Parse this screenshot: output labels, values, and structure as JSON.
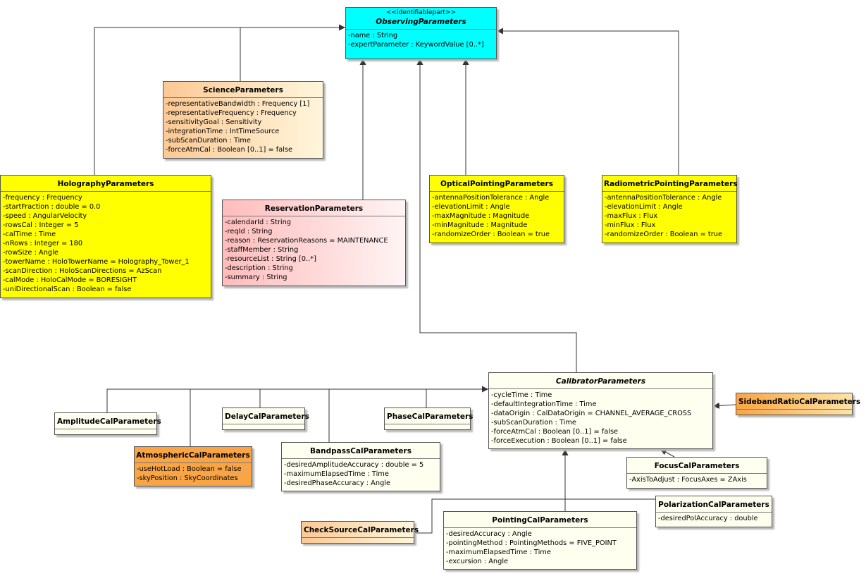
{
  "colors": {
    "cyan": "#00ffff",
    "yellow": "#ffff00",
    "peach": "#fde8c4",
    "pink": "#ffdada",
    "orange": "#f9a545",
    "cream": "#fffff0"
  },
  "classes": {
    "observing": {
      "stereotype": "<<identifiablepart>>",
      "name": "ObservingParameters",
      "attributes": [
        "-name : String",
        "-expertParameter : KeywordValue [0..*]"
      ]
    },
    "science": {
      "name": "ScienceParameters",
      "attributes": [
        "-representativeBandwidth : Frequency [1]",
        "-representativeFrequency : Frequency",
        "-sensitivityGoal : Sensitivity",
        "-integrationTime : IntTimeSource",
        "-subScanDuration : Time",
        "-forceAtmCal : Boolean [0..1] = false"
      ]
    },
    "holography": {
      "name": "HolographyParameters",
      "attributes": [
        "-frequency : Frequency",
        "-startFraction : double = 0.0",
        "-speed : AngularVelocity",
        "-rowsCal : Integer = 5",
        "-calTime : Time",
        "-nRows : Integer = 180",
        "-rowSize : Angle",
        "-towerName : HoloTowerName = Holography_Tower_1",
        "-scanDirection : HoloScanDirections = AzScan",
        "-calMode : HoloCalMode = BORESIGHT",
        "-uniDirectionalScan : Boolean = false"
      ]
    },
    "reservation": {
      "name": "ReservationParameters",
      "attributes": [
        "-calendarId : String",
        "-reqId : String",
        "-reason : ReservationReasons = MAINTENANCE",
        "-staffMember : String",
        "-resourceList : String [0..*]",
        "-description : String",
        "-summary : String"
      ]
    },
    "optical": {
      "name": "OpticalPointingParameters",
      "attributes": [
        "-antennaPositionTolerance : Angle",
        "-elevationLimit : Angle",
        "-maxMagnitude : Magnitude",
        "-minMagnitude : Magnitude",
        "-randomizeOrder : Boolean = true"
      ]
    },
    "radiometric": {
      "name": "RadiometricPointingParameters",
      "attributes": [
        "-antennaPositionTolerance : Angle",
        "-elevationLimit : Angle",
        "-maxFlux : Flux",
        "-minFlux : Flux",
        "-randomizeOrder : Boolean = true"
      ]
    },
    "calibrator": {
      "name": "CalibratorParameters",
      "attributes": [
        "-cycleTime : Time",
        "-defaultIntegrationTime : Time",
        "-dataOrigin : CalDataOrigin = CHANNEL_AVERAGE_CROSS",
        "-subScanDuration : Time",
        "-forceAtmCal : Boolean [0..1] = false",
        "-forceExecution : Boolean [0..1] = false"
      ]
    },
    "amplitude": {
      "name": "AmplitudeCalParameters",
      "attributes": []
    },
    "delay": {
      "name": "DelayCalParameters",
      "attributes": []
    },
    "phase": {
      "name": "PhaseCalParameters",
      "attributes": []
    },
    "sideband": {
      "name": "SidebandRatioCalParameters",
      "attributes": []
    },
    "atmospheric": {
      "name": "AtmosphericCalParameters",
      "attributes": [
        "-useHotLoad : Boolean = false",
        "-skyPosition : SkyCoordinates"
      ]
    },
    "bandpass": {
      "name": "BandpassCalParameters",
      "attributes": [
        "-desiredAmplitudeAccuracy : double = 5",
        "-maximumElapsedTime : Time",
        "-desiredPhaseAccuracy : Angle"
      ]
    },
    "focus": {
      "name": "FocusCalParameters",
      "attributes": [
        "-AxisToAdjust : FocusAxes = ZAxis"
      ]
    },
    "polarization": {
      "name": "PolarizationCalParameters",
      "attributes": [
        "-desiredPolAccuracy : double"
      ]
    },
    "checksource": {
      "name": "CheckSourceCalParameters",
      "attributes": []
    },
    "pointing": {
      "name": "PointingCalParameters",
      "attributes": [
        "-desiredAccuracy : Angle",
        "-pointingMethod : PointingMethods = FIVE_POINT",
        "-maximumElapsedTime : Time",
        "-excursion : Angle"
      ]
    }
  }
}
